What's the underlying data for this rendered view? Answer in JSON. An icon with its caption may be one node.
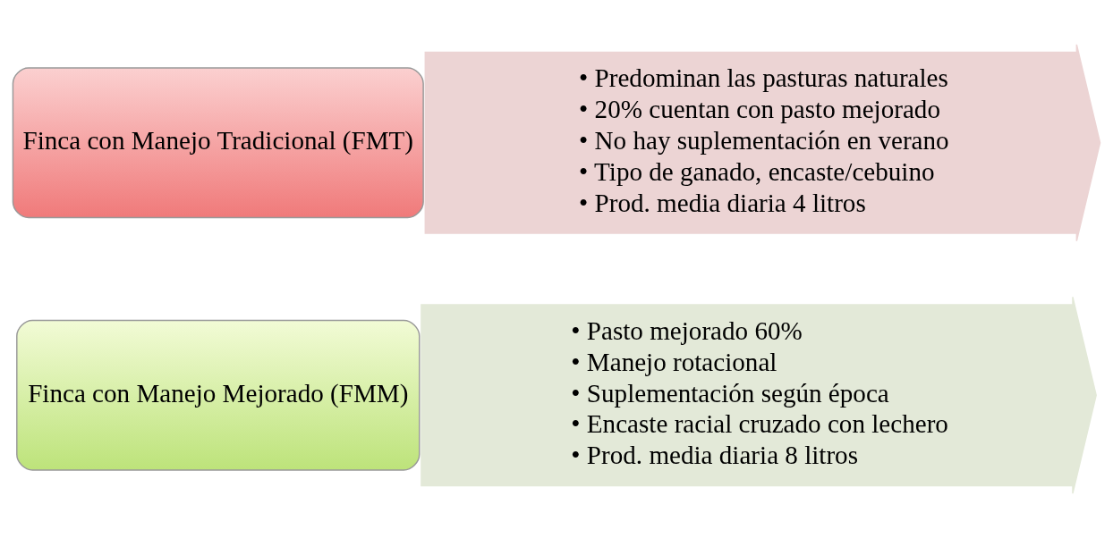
{
  "diagram": {
    "nodes": [
      {
        "text": [
          "Finca con Manejo Tradicional (FMT)"
        ]
      },
      {
        "text": [
          "• Predominan las pasturas naturales",
          "• 20% cuentan con pasto mejorado",
          "• No hay suplementación en verano",
          "• Tipo de ganado, encaste/cebuino",
          "• Prod. media diaria 4 litros"
        ]
      },
      {
        "text": [
          "Finca con Manejo Mejorado (FMM)"
        ]
      },
      {
        "text": [
          "• Pasto mejorado 60%",
          "• Manejo rotacional",
          "• Suplementación según época",
          "• Encaste racial cruzado con lechero",
          "• Prod. media diaria 8 litros"
        ]
      }
    ],
    "edges": []
  }
}
